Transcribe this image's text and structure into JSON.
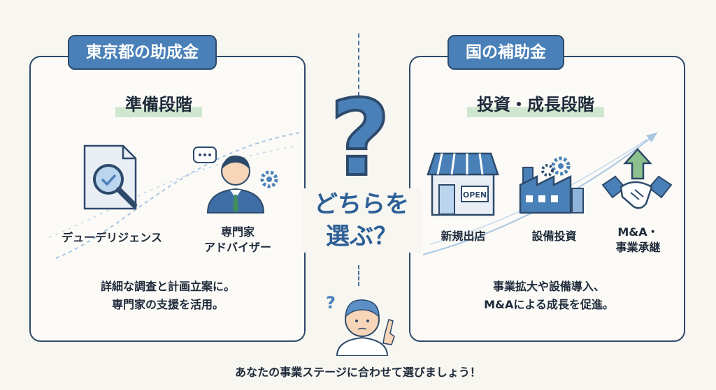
{
  "left": {
    "tag": "東京都の助成金",
    "stage": "準備段階",
    "items": [
      {
        "label": "デューデリジェンス",
        "icon": "document-magnifier-icon"
      },
      {
        "label": "専門家\nアドバイザー",
        "icon": "advisor-person-icon"
      }
    ],
    "description": "詳細な調査と計画立案に。\n専門家の支援を活用。"
  },
  "right": {
    "tag": "国の補助金",
    "stage": "投資・成長段階",
    "items": [
      {
        "label": "新規出店",
        "icon": "storefront-icon",
        "sign": "OPEN"
      },
      {
        "label": "設備投資",
        "icon": "factory-icon"
      },
      {
        "label": "M&A・\n事業承継",
        "icon": "handshake-icon"
      }
    ],
    "description": "事業拡大や設備導入、\nM&Aによる成長を促進。"
  },
  "center": {
    "question_mark": "?",
    "text": "どちらを\n選ぶ？"
  },
  "footer": "あなたの事業ステージに合わせて選びましょう！",
  "colors": {
    "accent_blue": "#4a80b8",
    "dark_navy": "#2d4a6b",
    "highlight_green": "#cfe6cf"
  }
}
